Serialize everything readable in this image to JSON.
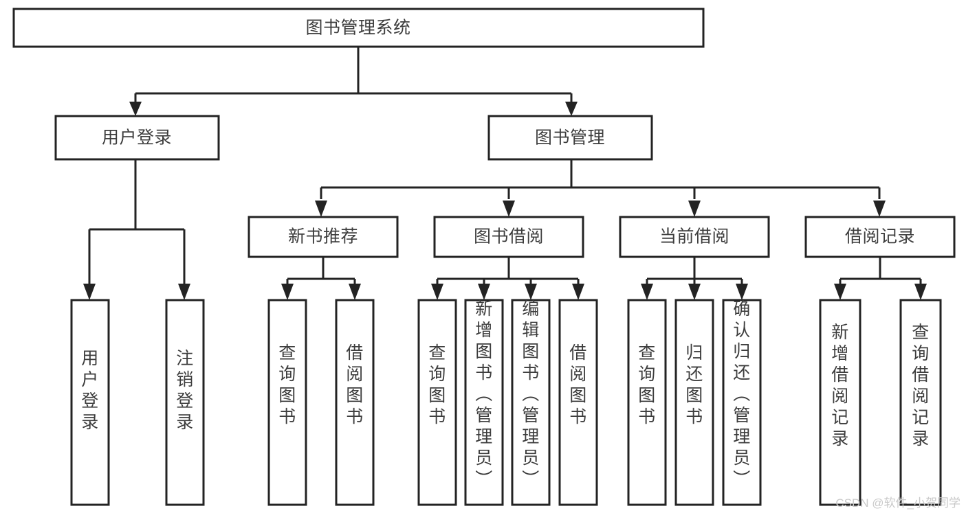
{
  "diagram": {
    "type": "tree",
    "title": "图书管理系统",
    "watermark": "CSDN @软件_小贺同学",
    "colors": {
      "box_stroke": "#232323",
      "box_fill": "#ffffff",
      "text": "#3d3d3d",
      "watermark": "#c9c9c9",
      "background": "#ffffff"
    },
    "levels": {
      "root": {
        "label": "图书管理系统"
      },
      "level2": [
        {
          "label": "用户登录"
        },
        {
          "label": "图书管理"
        }
      ],
      "level3": [
        {
          "label": "新书推荐",
          "parent": "图书管理"
        },
        {
          "label": "图书借阅",
          "parent": "图书管理"
        },
        {
          "label": "当前借阅",
          "parent": "图书管理"
        },
        {
          "label": "借阅记录",
          "parent": "图书管理"
        }
      ],
      "leaves": [
        {
          "label": "用户登录",
          "parent": "用户登录"
        },
        {
          "label": "注销登录",
          "parent": "用户登录"
        },
        {
          "label": "查询图书",
          "parent": "新书推荐"
        },
        {
          "label": "借阅图书",
          "parent": "新书推荐"
        },
        {
          "label": "查询图书",
          "parent": "图书借阅"
        },
        {
          "label": "新增图书（管理员）",
          "parent": "图书借阅"
        },
        {
          "label": "编辑图书（管理员）",
          "parent": "图书借阅"
        },
        {
          "label": "借阅图书",
          "parent": "图书借阅"
        },
        {
          "label": "查询图书",
          "parent": "当前借阅"
        },
        {
          "label": "归还图书",
          "parent": "当前借阅"
        },
        {
          "label": "确认归还（管理员）",
          "parent": "当前借阅"
        },
        {
          "label": "新增借阅记录",
          "parent": "借阅记录"
        },
        {
          "label": "查询借阅记录",
          "parent": "借阅记录"
        }
      ]
    }
  }
}
